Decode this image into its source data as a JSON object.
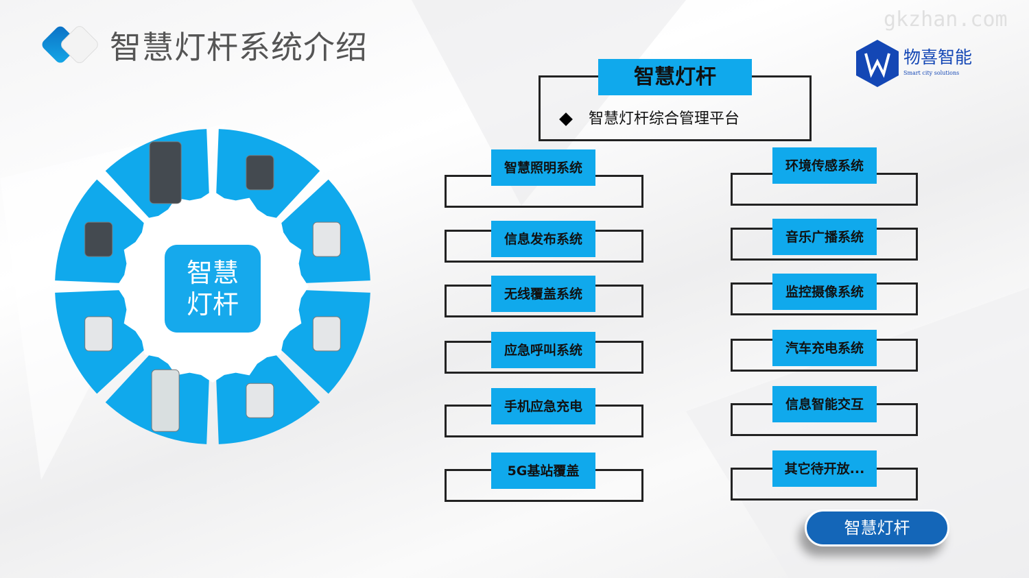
{
  "watermark": "gkzhan.com",
  "title": "智慧灯杆系统介绍",
  "logo": {
    "cn": "物喜智能",
    "en": "Smart city solutions"
  },
  "center": {
    "line1": "智慧",
    "line2": "灯杆"
  },
  "ring_icons": [
    "street-light-icon",
    "weather-station-icon",
    "gateway-box-icon",
    "antenna-array-icon",
    "charging-pile-icon",
    "display-screen-icon",
    "ptz-camera-icon",
    "led-screen-icon"
  ],
  "top": {
    "label": "智慧灯杆",
    "item": "智慧灯杆综合管理平台"
  },
  "left": [
    "智慧照明系统",
    "信息发布系统",
    "无线覆盖系统",
    "应急呼叫系统",
    "手机应急充电",
    "5G基站覆盖"
  ],
  "right": [
    "环境传感系统",
    "音乐广播系统",
    "监控摄像系统",
    "汽车充电系统",
    "信息智能交互",
    "其它待开放..."
  ],
  "button": "智慧灯杆",
  "colors": {
    "accent": "#10a9ec",
    "button": "#1466b8",
    "logo": "#1447b5"
  }
}
